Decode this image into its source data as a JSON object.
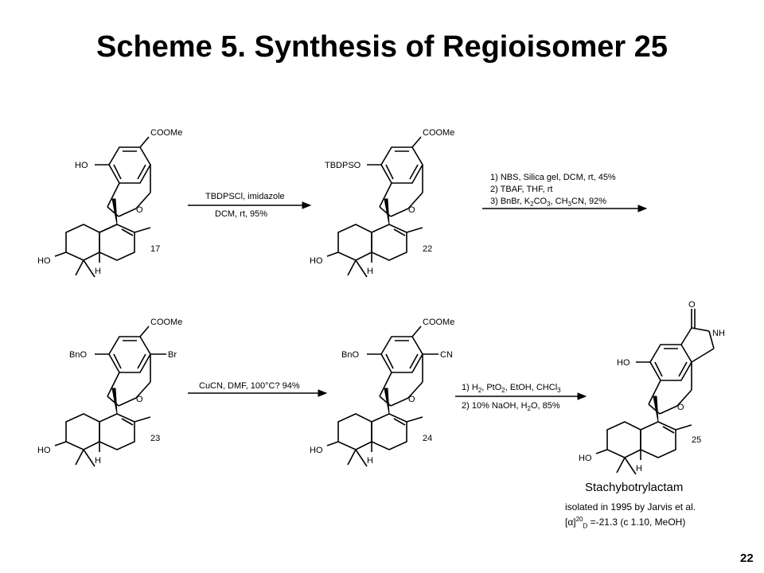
{
  "title": "Scheme 5. Synthesis of Regioisomer 25",
  "compounds": {
    "c17": {
      "number": "17",
      "substituent_top": "COOMe",
      "substituent_left": "HO",
      "ring_o": "O",
      "hydroxyl": "HO",
      "hydrogen": "H"
    },
    "c22": {
      "number": "22",
      "substituent_top": "COOMe",
      "substituent_left": "TBDPSO",
      "ring_o": "O",
      "hydroxyl": "HO",
      "hydrogen": "H"
    },
    "c23": {
      "number": "23",
      "substituent_top": "COOMe",
      "substituent_left": "BnO",
      "substituent_right": "Br",
      "ring_o": "O",
      "hydroxyl": "HO",
      "hydrogen": "H"
    },
    "c24": {
      "number": "24",
      "substituent_top": "COOMe",
      "substituent_left": "BnO",
      "substituent_right": "CN",
      "ring_o": "O",
      "hydroxyl": "HO",
      "hydrogen": "H"
    },
    "c25": {
      "number": "25",
      "lactam_o": "O",
      "lactam_nh": "NH",
      "substituent_left": "HO",
      "ring_o": "O",
      "hydroxyl": "HO",
      "hydrogen": "H"
    }
  },
  "reactions": {
    "r1": {
      "line1": "TBDPSCl, imidazole",
      "line2": "DCM, rt, 95%"
    },
    "r2": {
      "line1": "1) NBS, Silica gel, DCM, rt, 45%",
      "line2": "2) TBAF, THF, rt",
      "line3_a": "3) BnBr, K",
      "line3_b": "2",
      "line3_c": "CO",
      "line3_d": "3",
      "line3_e": ", CH",
      "line3_f": "3",
      "line3_g": "CN, 92%"
    },
    "r3": {
      "line1": "CuCN, DMF, 100°C?  94%"
    },
    "r4": {
      "line1_a": "1) H",
      "line1_b": "2",
      "line1_c": ", PtO",
      "line1_d": "2",
      "line1_e": ", EtOH, CHCl",
      "line1_f": "3",
      "line2_a": "2) 10% NaOH, H",
      "line2_b": "2",
      "line2_c": "O, 85%"
    }
  },
  "natural_product": {
    "name": "Stachybotrylactam",
    "isolated": "isolated in 1995 by Jarvis et al.",
    "rotation_a": "[α]",
    "rotation_sup": "20",
    "rotation_sub": "D",
    "rotation_b": " =-21.3  (c 1.10, MeOH)"
  },
  "page_number": "22"
}
